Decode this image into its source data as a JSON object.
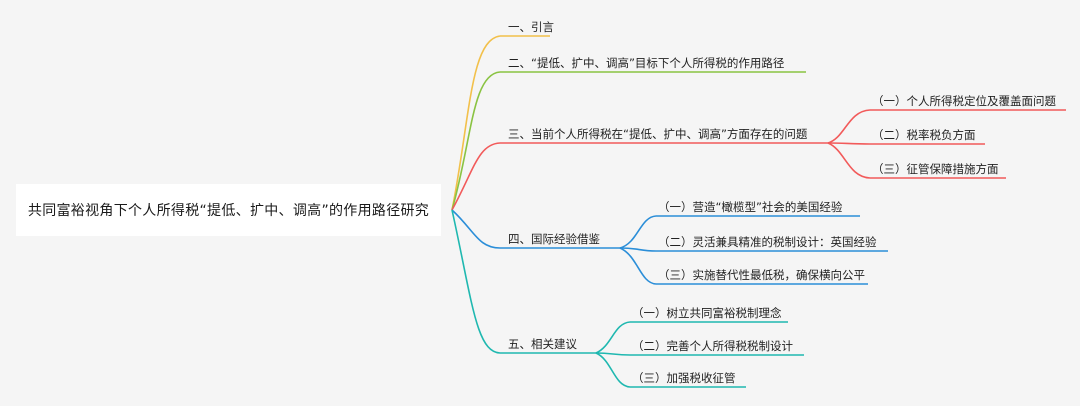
{
  "root": {
    "label": "共同富裕视角下个人所得税“提低、扩中、调高”的作用路径研究"
  },
  "branches": [
    {
      "label": "一、引言",
      "color": "#f2c04a",
      "children": []
    },
    {
      "label": "二、“提低、扩中、调高”目标下个人所得税的作用路径",
      "color": "#8ac342",
      "children": []
    },
    {
      "label": "三、当前个人所得税在“提低、扩中、调高”方面存在的问题",
      "color": "#f25a5a",
      "children": [
        "（一）个人所得税定位及覆盖面问题",
        "（二）税率税负方面",
        "（三）征管保障措施方面"
      ]
    },
    {
      "label": "四、国际经验借鉴",
      "color": "#2b8ed8",
      "children": [
        "（一）营造“橄榄型”社会的美国经验",
        "（二）灵活兼具精准的税制设计：英国经验",
        "（三）实施替代性最低税，确保横向公平"
      ]
    },
    {
      "label": "五、相关建议",
      "color": "#1fb8b0",
      "children": [
        "（一）树立共同富裕税制理念",
        "（二）完善个人所得税税制设计",
        "（三）加强税收征管"
      ]
    }
  ]
}
